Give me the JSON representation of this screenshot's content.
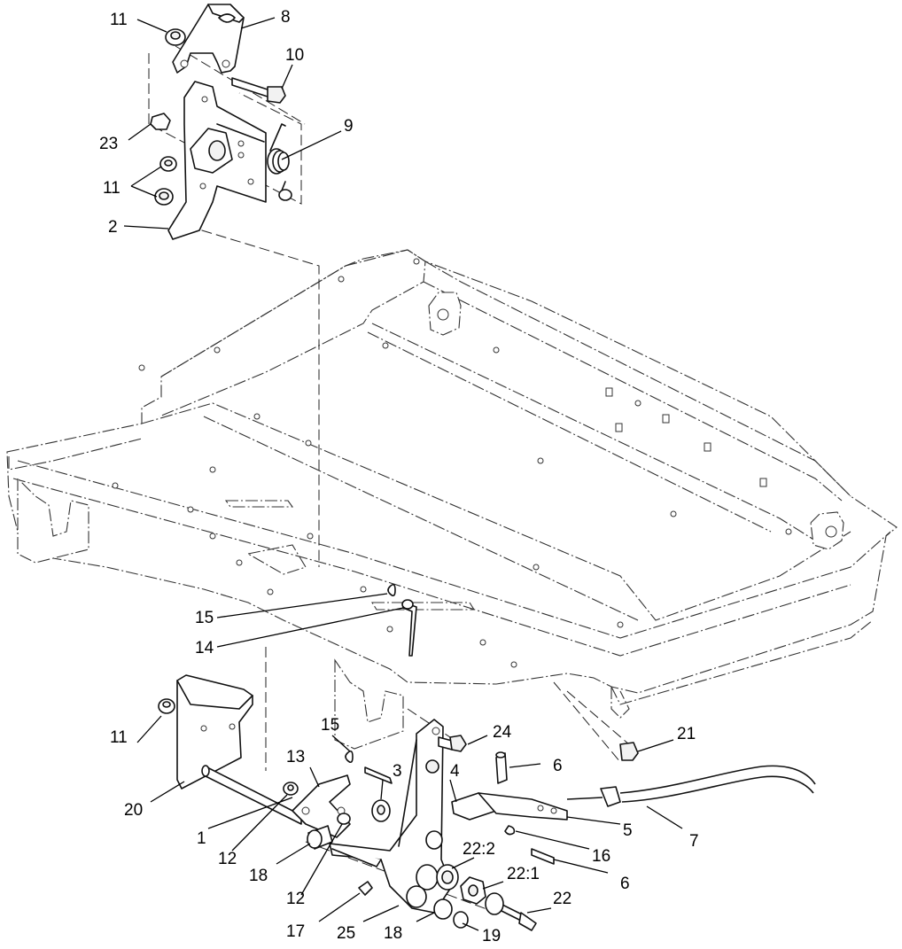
{
  "callouts": [
    {
      "id": "c-11-top",
      "text": "11"
    },
    {
      "id": "c-8",
      "text": "8"
    },
    {
      "id": "c-10",
      "text": "10"
    },
    {
      "id": "c-23",
      "text": "23"
    },
    {
      "id": "c-9",
      "text": "9"
    },
    {
      "id": "c-11-mid",
      "text": "11"
    },
    {
      "id": "c-2",
      "text": "2"
    },
    {
      "id": "c-15-top",
      "text": "15"
    },
    {
      "id": "c-14",
      "text": "14"
    },
    {
      "id": "c-11-bot",
      "text": "11"
    },
    {
      "id": "c-15-bot",
      "text": "15"
    },
    {
      "id": "c-13",
      "text": "13"
    },
    {
      "id": "c-24",
      "text": "24"
    },
    {
      "id": "c-21",
      "text": "21"
    },
    {
      "id": "c-3",
      "text": "3"
    },
    {
      "id": "c-4",
      "text": "4"
    },
    {
      "id": "c-6-top",
      "text": "6"
    },
    {
      "id": "c-20",
      "text": "20"
    },
    {
      "id": "c-1",
      "text": "1"
    },
    {
      "id": "c-12-top",
      "text": "12"
    },
    {
      "id": "c-5",
      "text": "5"
    },
    {
      "id": "c-7",
      "text": "7"
    },
    {
      "id": "c-22-2",
      "text": "22:2"
    },
    {
      "id": "c-16",
      "text": "16"
    },
    {
      "id": "c-18-top",
      "text": "18"
    },
    {
      "id": "c-22-1",
      "text": "22:1"
    },
    {
      "id": "c-6-bot",
      "text": "6"
    },
    {
      "id": "c-12-bot",
      "text": "12"
    },
    {
      "id": "c-22",
      "text": "22"
    },
    {
      "id": "c-17",
      "text": "17"
    },
    {
      "id": "c-25",
      "text": "25"
    },
    {
      "id": "c-18-bot",
      "text": "18"
    },
    {
      "id": "c-19",
      "text": "19"
    }
  ]
}
